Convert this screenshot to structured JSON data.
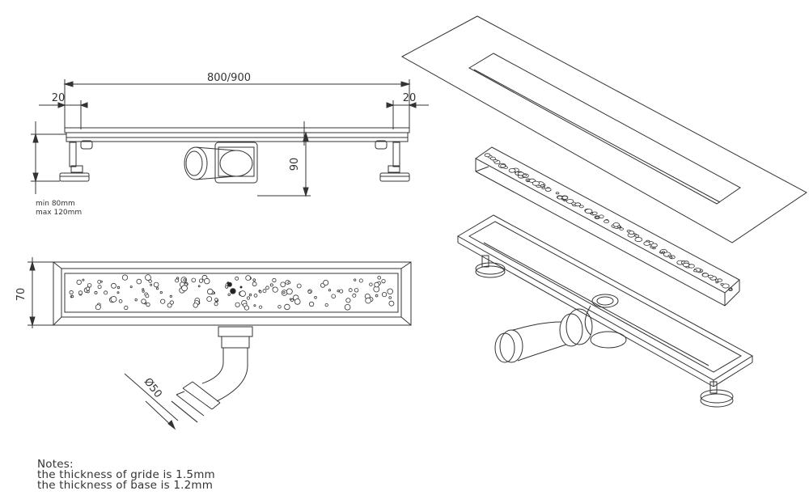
{
  "dimensions": {
    "overall_length": "800/900",
    "left_margin": "20",
    "right_margin": "20",
    "height": "90",
    "width": "70",
    "pipe_diameter": "Ø50",
    "leg_min": "min 80mm",
    "leg_max": "max 120mm"
  },
  "notes": {
    "heading": "Notes:",
    "lines": [
      "the thickness of gride is 1.5mm",
      "the thickness of base is 1.2mm"
    ]
  },
  "colors": {
    "line": "#333333",
    "hole_fill": "#ffffff",
    "dark_hole": "#222222"
  }
}
